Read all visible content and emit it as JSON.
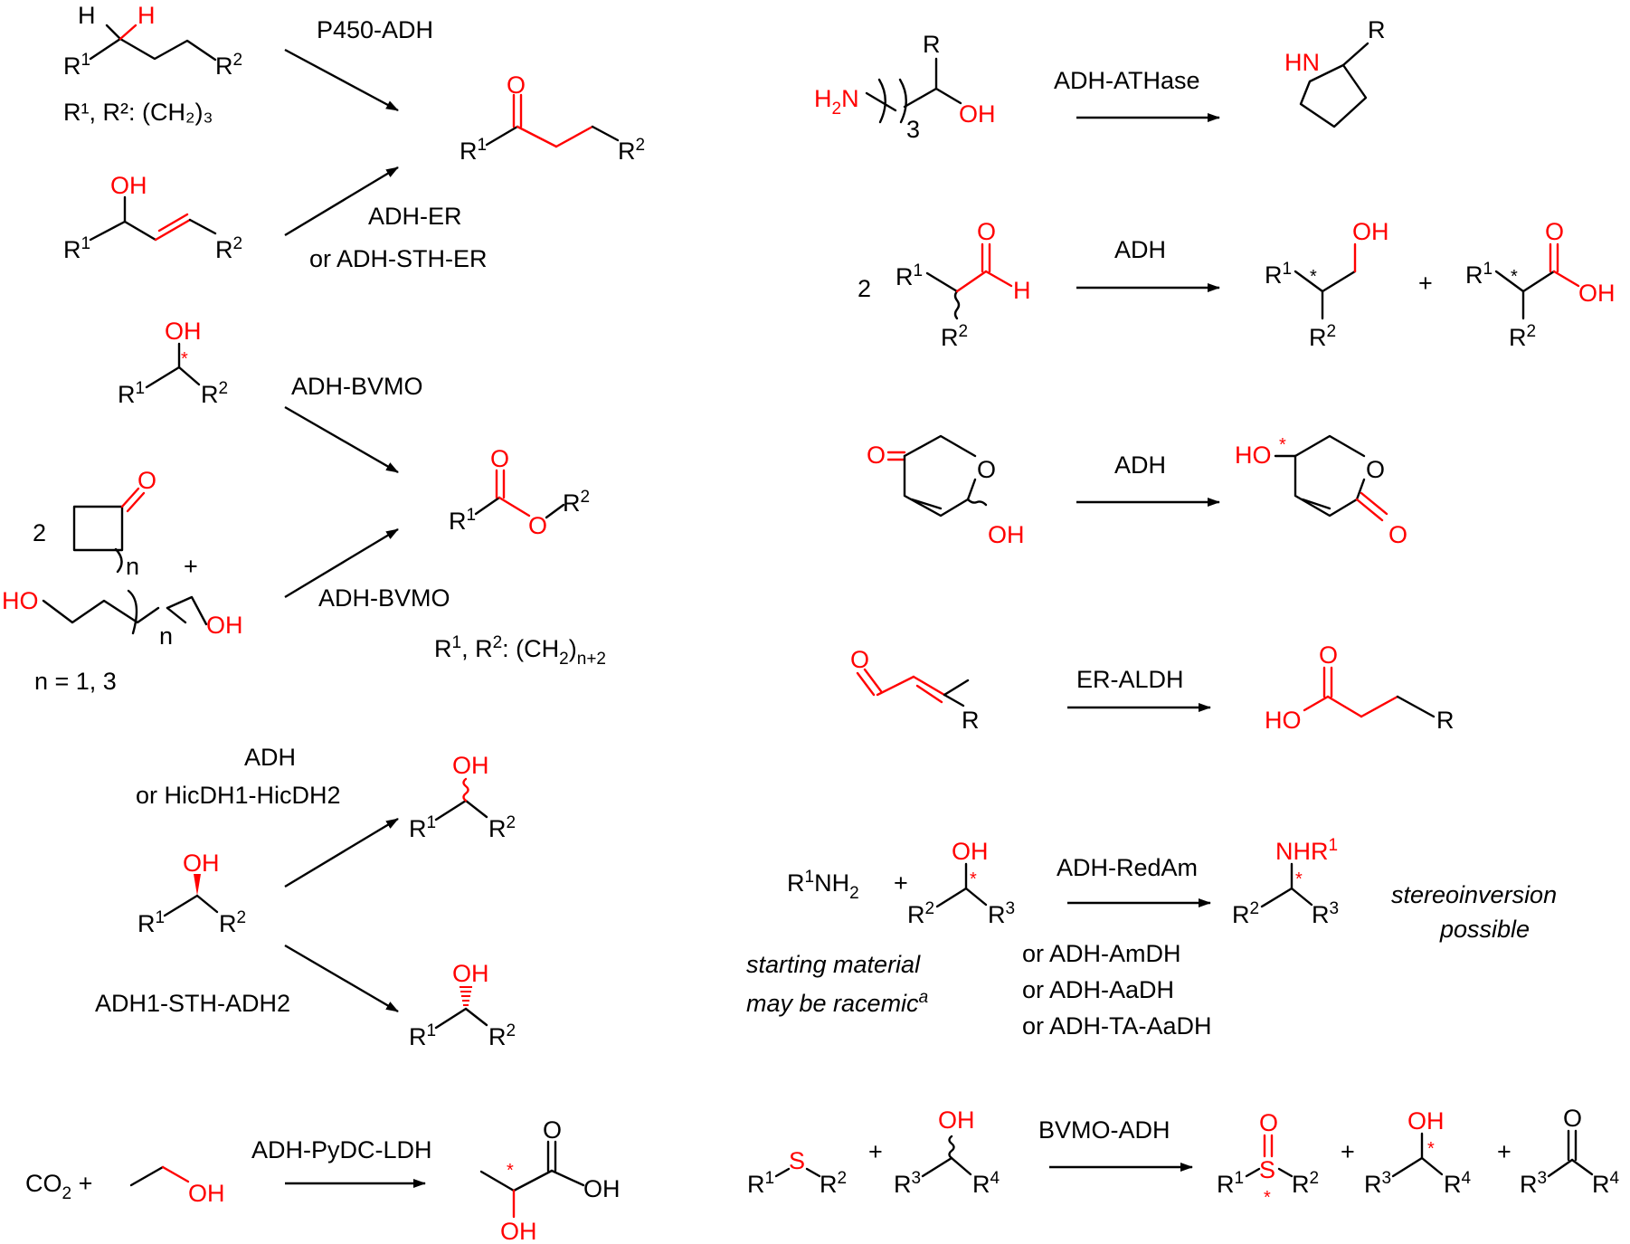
{
  "colors": {
    "bond": "#000000",
    "highlight": "#ff0000",
    "background": "#ffffff"
  },
  "reactions": {
    "r1": {
      "enzyme_top": "P450-ADH",
      "cond1": "R¹, R²: (CH₂)₃",
      "enzyme_bottom_1": "ADH-ER",
      "enzyme_bottom_2": "or ADH-STH-ER"
    },
    "r2": {
      "enzyme_top": "ADH-BVMO",
      "enzyme_bottom": "ADH-BVMO",
      "coef": "2",
      "plus": "+",
      "n_def": "n = 1, 3",
      "cond": "R¹, R²: (CH₂)n+2"
    },
    "r3": {
      "enzyme_top_1": "ADH",
      "enzyme_top_2": "or HicDH1-HicDH2",
      "enzyme_bottom": "ADH1-STH-ADH2"
    },
    "r4": {
      "enzyme": "ADH-PyDC-LDH",
      "reactant": "CO₂ +"
    },
    "r5": {
      "enzyme": "ADH-ATHase"
    },
    "r6": {
      "enzyme": "ADH",
      "coef": "2",
      "plus": "+"
    },
    "r7": {
      "enzyme": "ADH"
    },
    "r8": {
      "enzyme": "ER-ALDH"
    },
    "r9": {
      "enzyme_1": "ADH-RedAm",
      "enzyme_2": "or ADH-AmDH",
      "enzyme_3": "or ADH-AaDH",
      "enzyme_4": "or ADH-TA-AaDH",
      "reactant": "R¹NH₂",
      "plus": "+",
      "note_1": "starting material",
      "note_2": "may be racemic",
      "note_footnote": "a",
      "outcome_1": "stereoinversion",
      "outcome_2": "possible"
    },
    "r10": {
      "enzyme": "BVMO-ADH",
      "plus": "+"
    }
  }
}
